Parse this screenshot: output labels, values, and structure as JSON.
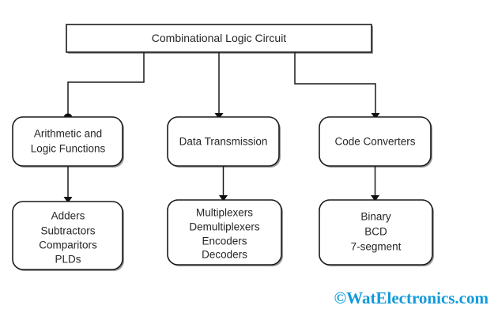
{
  "diagram": {
    "title_node": {
      "label": "Combinational Logic Circuit"
    },
    "branches": [
      {
        "category": "Arithmetic and Logic Functions",
        "category_line1": "Arithmetic and",
        "category_line2": "Logic Functions",
        "connector_marker": "circle",
        "items": [
          "Adders",
          "Subtractors",
          "Comparitors",
          "PLDs"
        ]
      },
      {
        "category": "Data Transmission",
        "category_line1": "Data Transmission",
        "category_line2": "",
        "connector_marker": "arrow",
        "items": [
          "Multiplexers",
          "Demultiplexers",
          "Encoders",
          "Decoders"
        ]
      },
      {
        "category": "Code Converters",
        "category_line1": "Code Converters",
        "category_line2": "",
        "connector_marker": "arrow",
        "items": [
          "Binary",
          "BCD",
          "7-segment"
        ]
      }
    ]
  },
  "watermark": {
    "text": "©WatElectronics.com",
    "color": "#119ada"
  },
  "colors": {
    "background": "#ffffff",
    "stroke": "#1a1a1a",
    "text": "#262626",
    "shadow": "#9a9a9a",
    "watermark": "#119ada"
  }
}
